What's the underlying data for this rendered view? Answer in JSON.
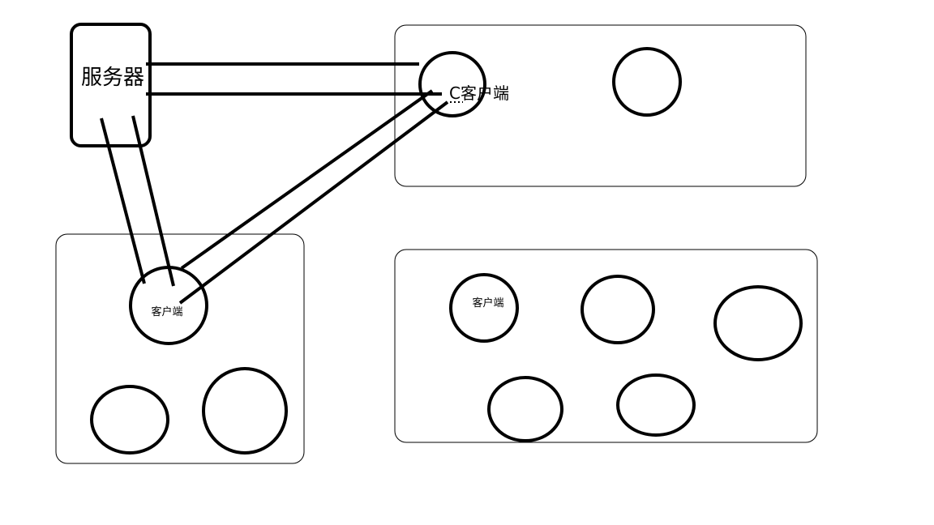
{
  "diagram": {
    "server": {
      "label": "服务器"
    },
    "clients": {
      "top_right_main_label": "C客户端",
      "bottom_left_main_label": "客户端",
      "bottom_right_first_label": "客户端"
    },
    "style": {
      "stroke_color": "#000000",
      "background_color": "#ffffff"
    }
  }
}
